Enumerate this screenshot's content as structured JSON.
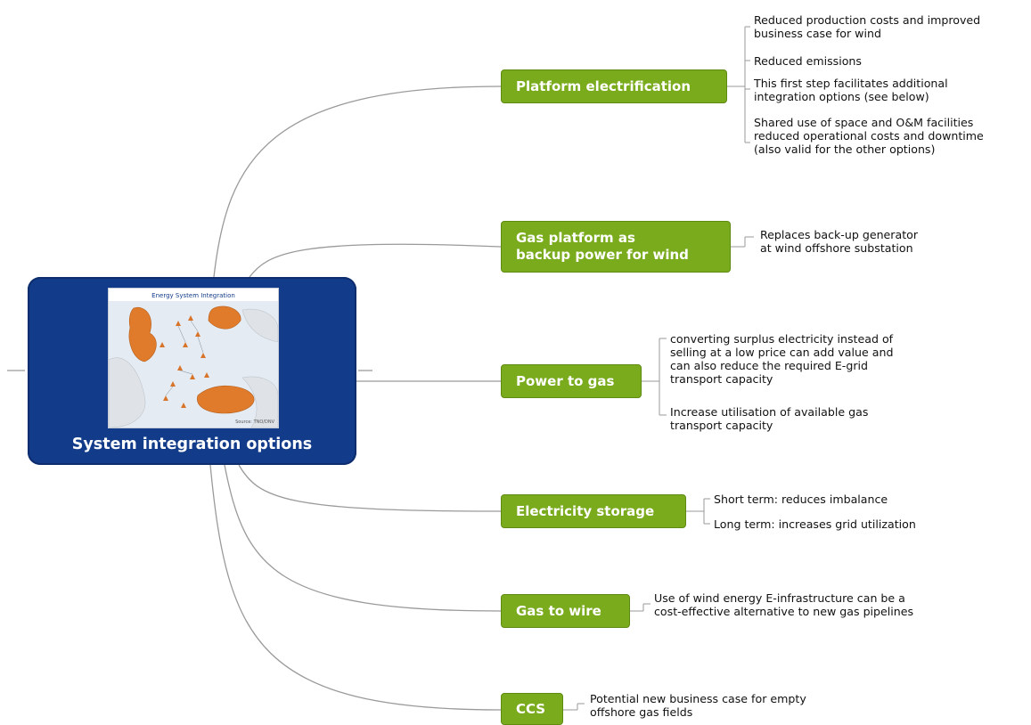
{
  "central": {
    "label": "System integration options",
    "thumbnail_title": "Energy System Integration",
    "thumbnail_caption": "Source: TNO/DNV"
  },
  "branches": [
    {
      "label": "Platform electrification",
      "notes": [
        "Reduced production costs and improved\nbusiness case for wind",
        "Reduced emissions",
        "This first step facilitates additional\nintegration options (see below)",
        "Shared use of space and O&M facilities\nreduced operational costs and downtime\n(also valid for the other options)"
      ]
    },
    {
      "label": "Gas platform as\nbackup power for wind",
      "notes": [
        "Replaces back-up generator\nat wind offshore substation"
      ]
    },
    {
      "label": "Power to gas",
      "notes": [
        "converting surplus electricity instead of\nselling at a low price can add value and\ncan also reduce the required E-grid\ntransport capacity",
        "Increase utilisation of available gas\ntransport capacity"
      ]
    },
    {
      "label": "Electricity storage",
      "notes": [
        "Short term: reduces imbalance",
        "Long term: increases grid utilization"
      ]
    },
    {
      "label": "Gas to wire",
      "notes": [
        "Use of wind energy E-infrastructure can be a\ncost-effective alternative to new gas pipelines"
      ]
    },
    {
      "label": "CCS",
      "notes": [
        "Potential new business case for empty\noffshore gas fields"
      ]
    }
  ],
  "colors": {
    "central_bg": "#123b8a",
    "branch_bg": "#7aab1d",
    "connector": "#9a9a9a",
    "map_land": "#e07b2c"
  }
}
